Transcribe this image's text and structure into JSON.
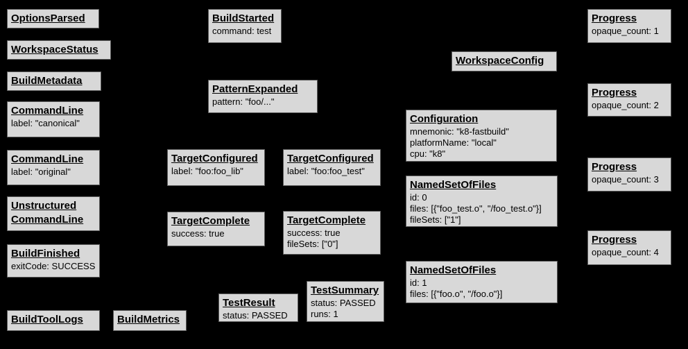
{
  "diagram": {
    "description": "Build event protocol events diagram",
    "colors": {
      "background": "#000000",
      "node_fill": "#d8d8d8",
      "node_border": "#5e5e5e",
      "text": "#000000"
    },
    "nodes": [
      {
        "title": "OptionsParsed",
        "fields": []
      },
      {
        "title": "WorkspaceStatus",
        "fields": []
      },
      {
        "title": "BuildMetadata",
        "fields": []
      },
      {
        "title": "CommandLine",
        "fields": [
          "label: \"canonical\""
        ]
      },
      {
        "title": "CommandLine",
        "fields": [
          "label: \"original\""
        ]
      },
      {
        "title": "Unstructured",
        "title2": "CommandLine",
        "fields": []
      },
      {
        "title": "BuildFinished",
        "fields": [
          "exitCode: SUCCESS"
        ]
      },
      {
        "title": "BuildToolLogs",
        "fields": []
      },
      {
        "title": "BuildMetrics",
        "fields": []
      },
      {
        "title": "BuildStarted",
        "fields": [
          "command: test"
        ]
      },
      {
        "title": "PatternExpanded",
        "fields": [
          "pattern: \"foo/...\""
        ]
      },
      {
        "title": "TargetConfigured",
        "fields": [
          "label: \"foo:foo_lib\""
        ]
      },
      {
        "title": "TargetConfigured",
        "fields": [
          "label: \"foo:foo_test\""
        ]
      },
      {
        "title": "TargetComplete",
        "fields": [
          "success: true"
        ]
      },
      {
        "title": "TargetComplete",
        "fields": [
          "success: true",
          "fileSets: [\"0\"]"
        ]
      },
      {
        "title": "TestResult",
        "fields": [
          "status: PASSED"
        ]
      },
      {
        "title": "TestSummary",
        "fields": [
          "status: PASSED",
          "runs: 1"
        ]
      },
      {
        "title": "WorkspaceConfig",
        "fields": []
      },
      {
        "title": "Configuration",
        "fields": [
          "mnemonic: \"k8-fastbuild\"",
          "platformName: \"local\"",
          "cpu: \"k8\""
        ]
      },
      {
        "title": "NamedSetOfFiles",
        "fields": [
          "id: 0",
          "files: [{\"foo_test.o\", \"/foo_test.o\"}]",
          "fileSets: [\"1\"]"
        ]
      },
      {
        "title": "NamedSetOfFiles",
        "fields": [
          "id: 1",
          "files: [{\"foo.o\", \"/foo.o\"}]"
        ]
      },
      {
        "title": "Progress",
        "fields": [
          "opaque_count: 1"
        ]
      },
      {
        "title": "Progress",
        "fields": [
          "opaque_count: 2"
        ]
      },
      {
        "title": "Progress",
        "fields": [
          "opaque_count: 3"
        ]
      },
      {
        "title": "Progress",
        "fields": [
          "opaque_count: 4"
        ]
      }
    ]
  }
}
